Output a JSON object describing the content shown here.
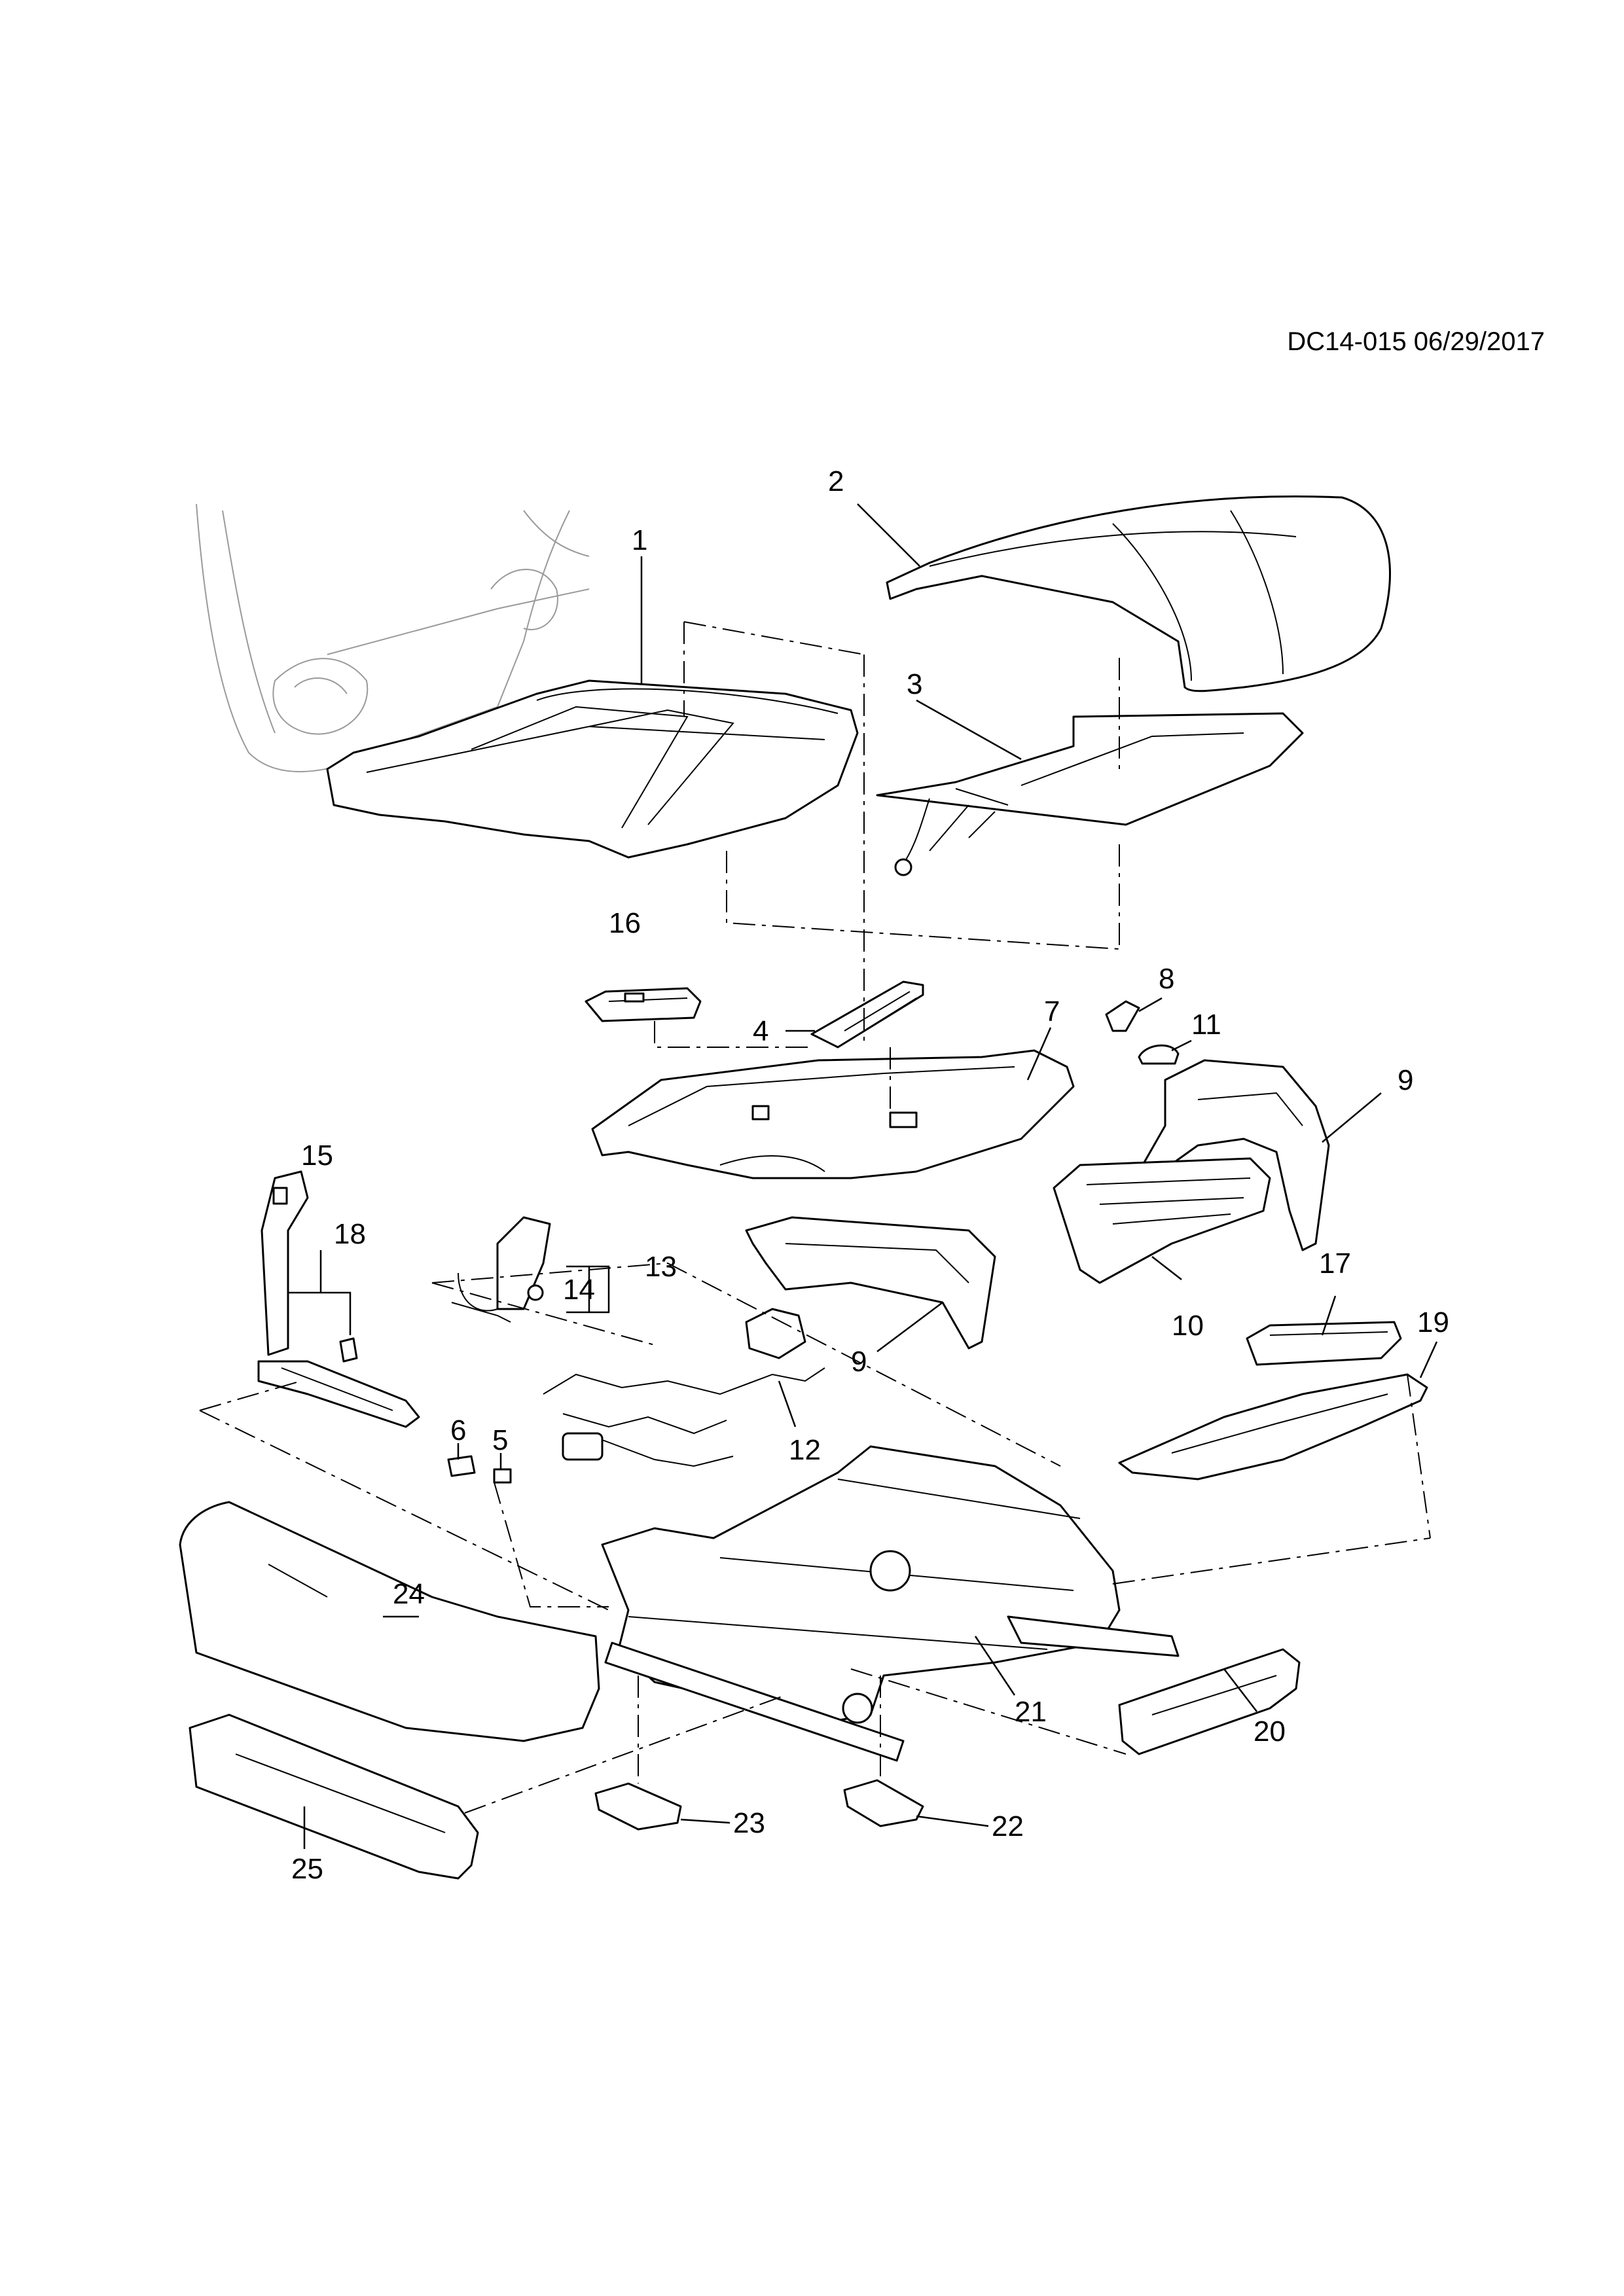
{
  "header": {
    "doc_id": "DC14-015 06/29/2017"
  },
  "callouts": {
    "c1": "1",
    "c2": "2",
    "c3": "3",
    "c4": "4",
    "c5": "5",
    "c6": "6",
    "c7": "7",
    "c8": "8",
    "c9a": "9",
    "c9b": "9",
    "c10": "10",
    "c11": "11",
    "c12": "12",
    "c13": "13",
    "c14": "14",
    "c15": "15",
    "c16": "16",
    "c17": "17",
    "c18": "18",
    "c19": "19",
    "c20": "20",
    "c21": "21",
    "c22": "22",
    "c23": "23",
    "c24": "24",
    "c25": "25"
  }
}
